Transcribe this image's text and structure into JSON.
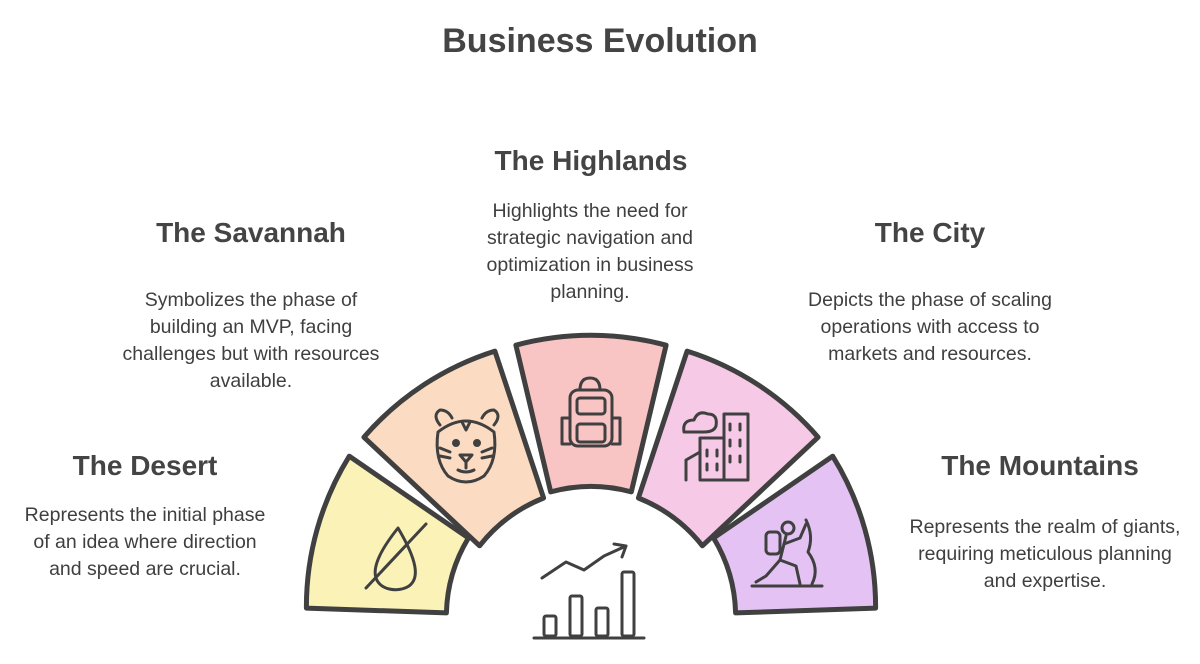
{
  "title": "Business Evolution",
  "stages": [
    {
      "name": "The Desert",
      "description": "Represents the initial phase of an idea where direction and speed are crucial.",
      "icon": "compass-slash-icon",
      "color": "#fbf2b8"
    },
    {
      "name": "The Savannah",
      "description": "Symbolizes the phase of building an MVP, facing challenges but with resources available.",
      "icon": "tiger-icon",
      "color": "#fbdcc2"
    },
    {
      "name": "The Highlands",
      "description": "Highlights the need for strategic navigation and optimization in business planning.",
      "icon": "backpack-icon",
      "color": "#f8c4c4"
    },
    {
      "name": "The City",
      "description": "Depicts the phase of scaling operations with access to markets and resources.",
      "icon": "city-icon",
      "color": "#f6c9e6"
    },
    {
      "name": "The Mountains",
      "description": "Represents the realm of giants, requiring meticulous planning and expertise.",
      "icon": "climber-icon",
      "color": "#e4c3f4"
    }
  ],
  "center_icon": "growth-chart-icon",
  "outline_color": "#404040"
}
